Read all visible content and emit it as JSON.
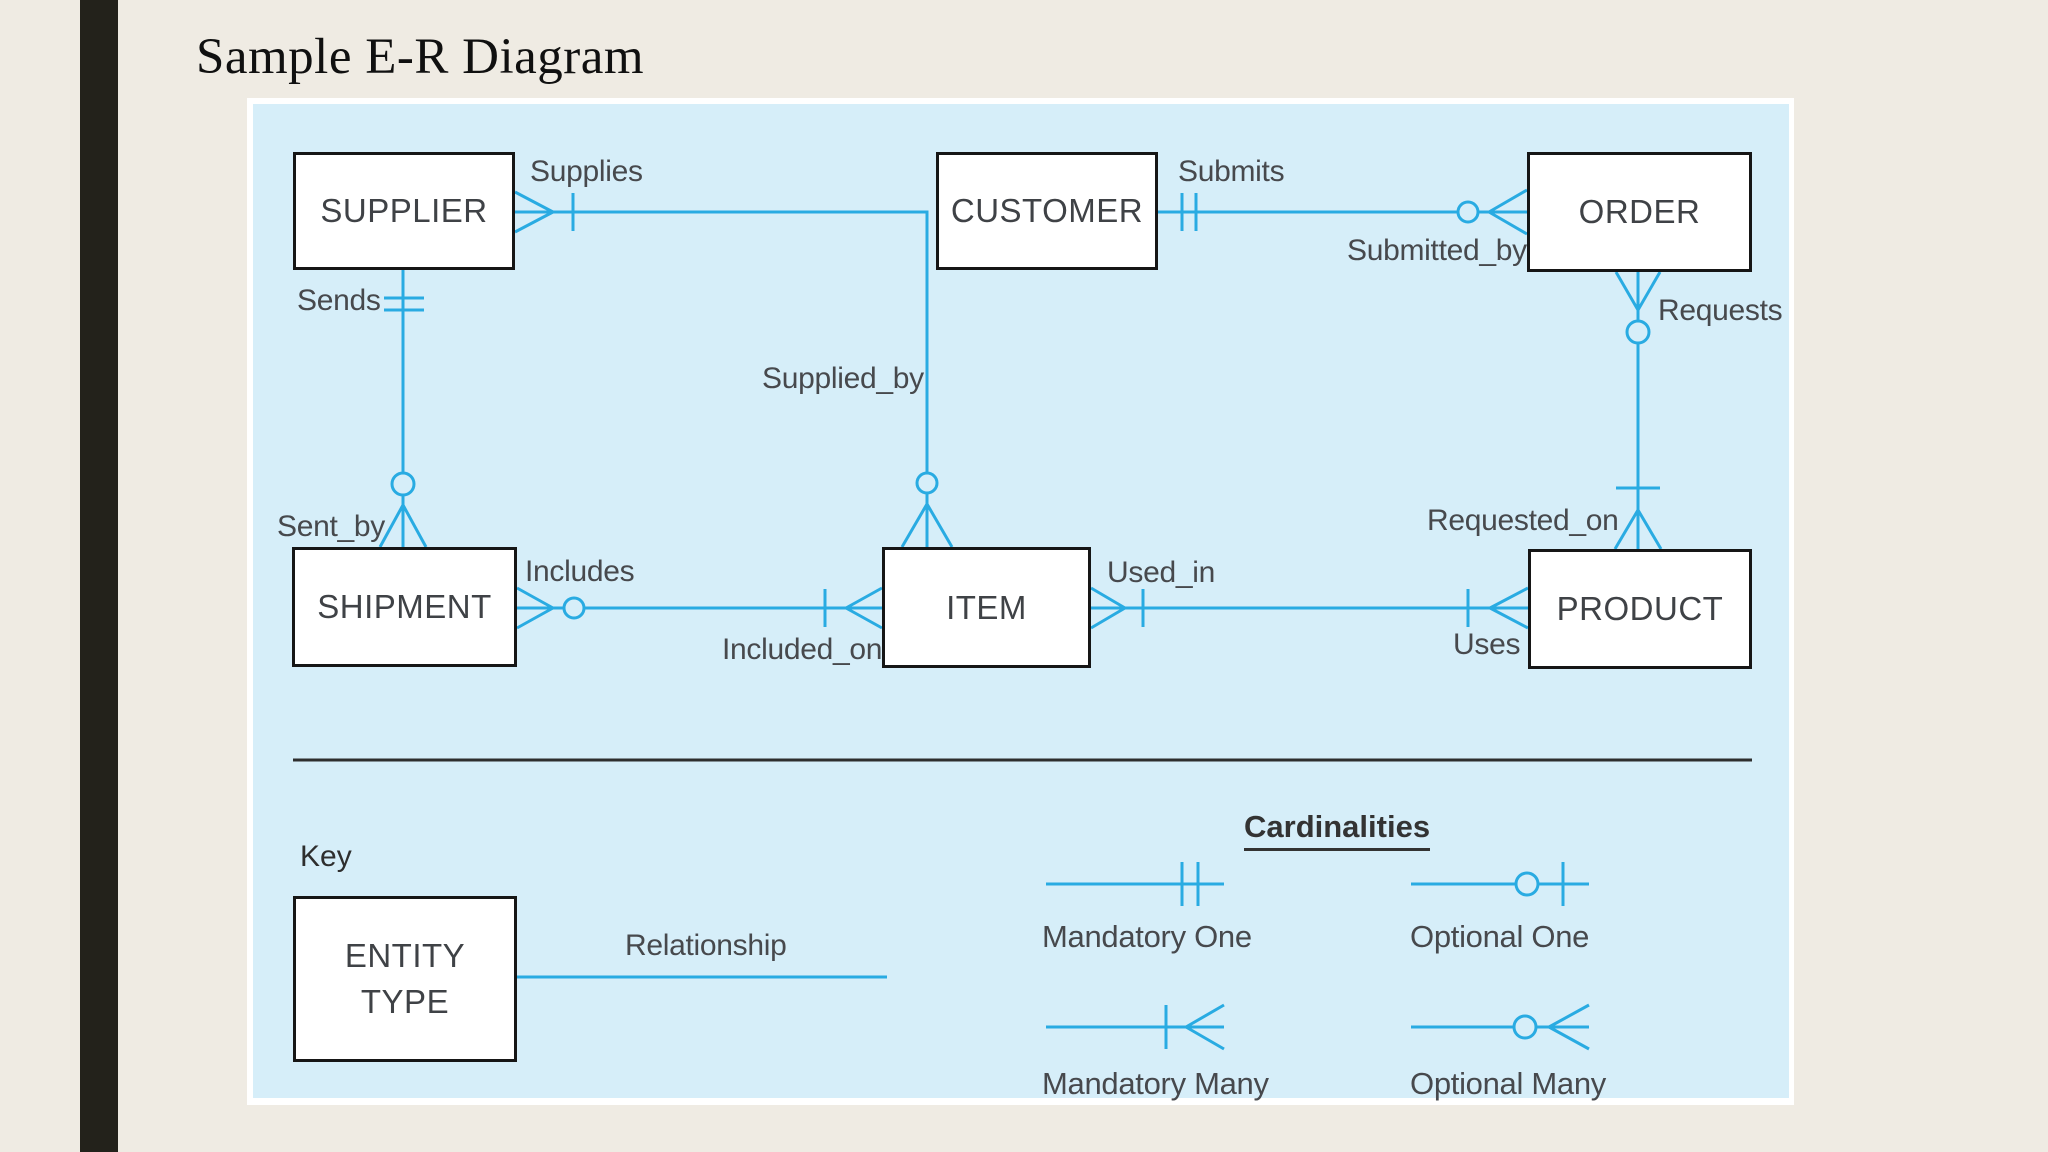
{
  "title": "Sample E-R Diagram",
  "diagram": {
    "entities": [
      {
        "id": "supplier",
        "label": "SUPPLIER"
      },
      {
        "id": "customer",
        "label": "CUSTOMER"
      },
      {
        "id": "order",
        "label": "ORDER"
      },
      {
        "id": "shipment",
        "label": "SHIPMENT"
      },
      {
        "id": "item",
        "label": "ITEM"
      },
      {
        "id": "product",
        "label": "PRODUCT"
      }
    ],
    "relationship_labels": [
      {
        "id": "supplies",
        "text": "Supplies"
      },
      {
        "id": "submits",
        "text": "Submits"
      },
      {
        "id": "submitted_by",
        "text": "Submitted_by"
      },
      {
        "id": "requests",
        "text": "Requests"
      },
      {
        "id": "sends",
        "text": "Sends"
      },
      {
        "id": "supplied_by",
        "text": "Supplied_by"
      },
      {
        "id": "sent_by",
        "text": "Sent_by"
      },
      {
        "id": "includes",
        "text": "Includes"
      },
      {
        "id": "included_on",
        "text": "Included_on"
      },
      {
        "id": "used_in",
        "text": "Used_in"
      },
      {
        "id": "uses",
        "text": "Uses"
      },
      {
        "id": "requested_on",
        "text": "Requested_on"
      }
    ],
    "relationships": [
      {
        "from": "SUPPLIER",
        "to": "ITEM",
        "name": "Supplies / Supplied_by",
        "from_cardinality": "many",
        "to_cardinality": "optional-many"
      },
      {
        "from": "CUSTOMER",
        "to": "ORDER",
        "name": "Submits / Submitted_by",
        "from_cardinality": "mandatory-one",
        "to_cardinality": "optional-many"
      },
      {
        "from": "SUPPLIER",
        "to": "SHIPMENT",
        "name": "Sends / Sent_by",
        "from_cardinality": "mandatory-one",
        "to_cardinality": "optional-many"
      },
      {
        "from": "ORDER",
        "to": "PRODUCT",
        "name": "Requests / Requested_on",
        "from_cardinality": "optional-many",
        "to_cardinality": "mandatory-many"
      },
      {
        "from": "SHIPMENT",
        "to": "ITEM",
        "name": "Includes / Included_on",
        "from_cardinality": "optional-many",
        "to_cardinality": "mandatory-many"
      },
      {
        "from": "ITEM",
        "to": "PRODUCT",
        "name": "Used_in / Uses",
        "from_cardinality": "mandatory-many",
        "to_cardinality": "mandatory-many"
      }
    ]
  },
  "key": {
    "heading": "Key",
    "entity_type_line1": "ENTITY",
    "entity_type_line2": "TYPE",
    "relationship_label": "Relationship"
  },
  "cardinalities": {
    "heading": "Cardinalities",
    "items": [
      {
        "symbol": "mandatory-one-icon",
        "label": "Mandatory One"
      },
      {
        "symbol": "optional-one-icon",
        "label": "Optional One"
      },
      {
        "symbol": "mandatory-many-icon",
        "label": "Mandatory Many"
      },
      {
        "symbol": "optional-many-icon",
        "label": "Optional Many"
      }
    ]
  },
  "colors": {
    "background": "#EFEBE3",
    "side_stripe": "#23221B",
    "panel_blue": "#D6EEF9",
    "connector_cyan": "#29ABE2",
    "divider_dark": "#2E2E2E",
    "entity_border": "#161616",
    "label_gray": "#47494D"
  }
}
